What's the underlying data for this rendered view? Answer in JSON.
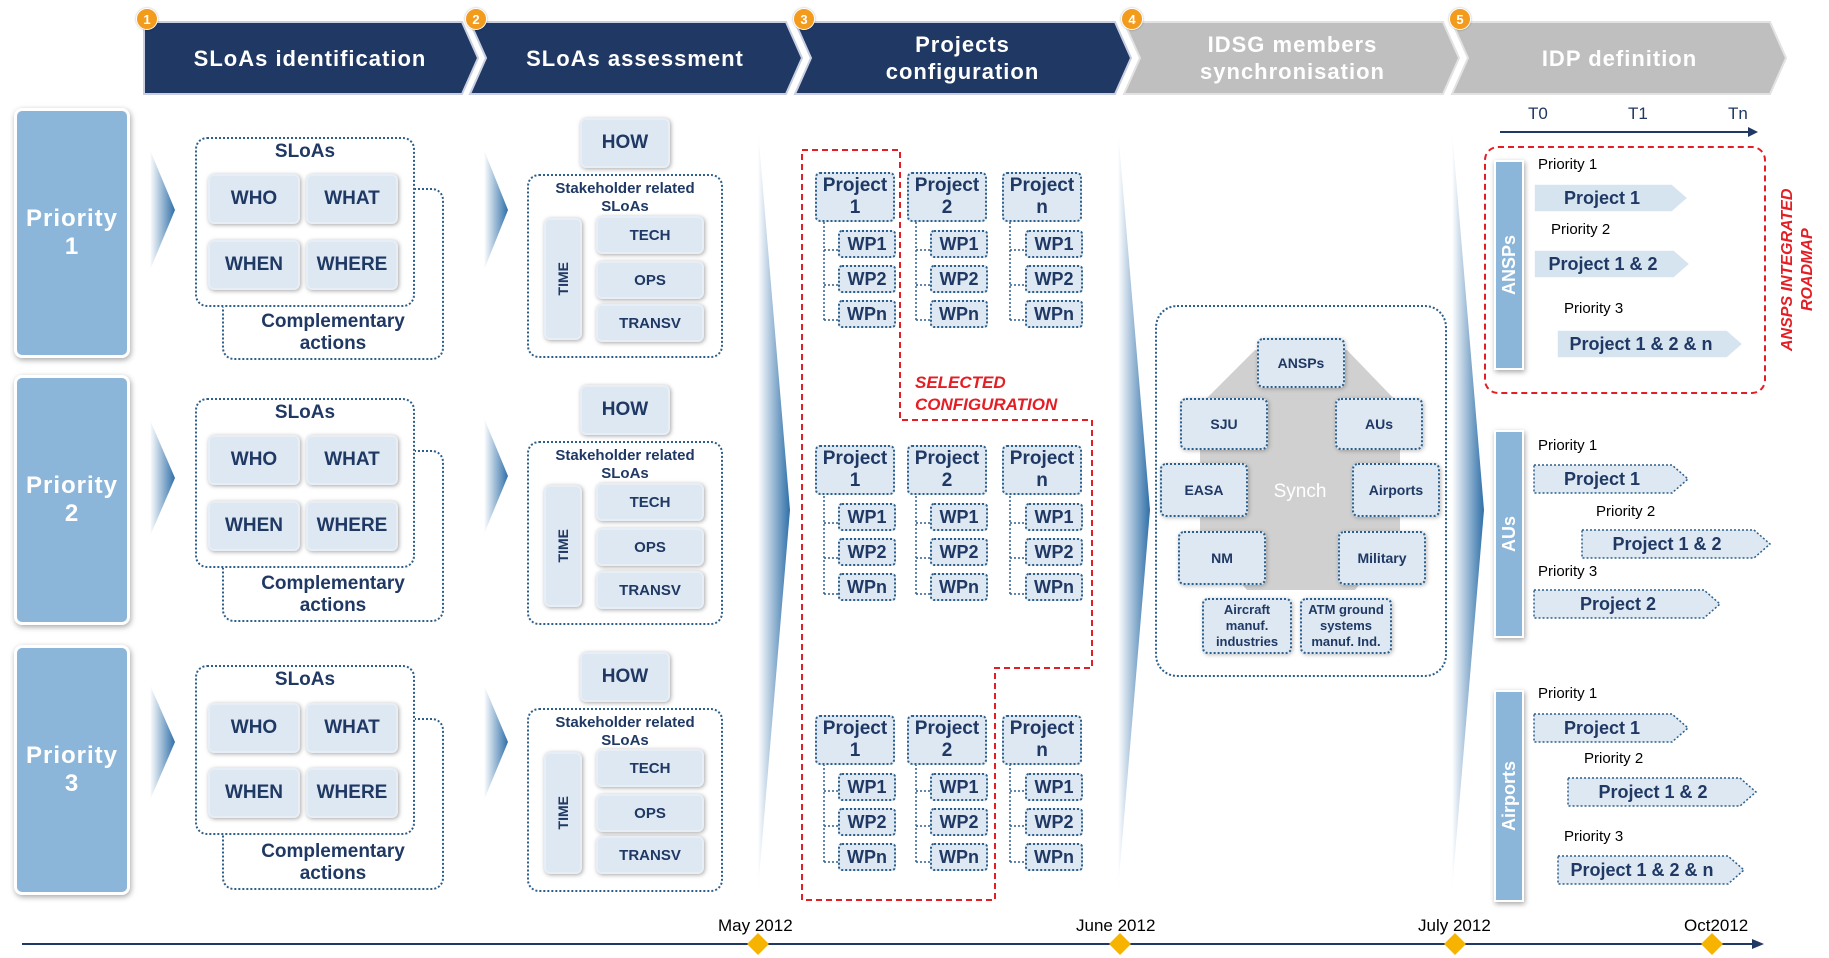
{
  "phases": [
    {
      "num": "1",
      "label": "SLoAs identification"
    },
    {
      "num": "2",
      "label": "SLoAs assessment"
    },
    {
      "num": "3",
      "label": "Projects\nconfiguration"
    },
    {
      "num": "4",
      "label": "IDSG members\nsynchronisation"
    },
    {
      "num": "5",
      "label": "IDP definition"
    }
  ],
  "priorities": [
    "Priority\n1",
    "Priority\n2",
    "Priority\n3"
  ],
  "identification": {
    "title": "SLoAs",
    "who": "WHO",
    "what": "WHAT",
    "when": "WHEN",
    "where": "WHERE",
    "complementary": "Complementary\nactions"
  },
  "assessment": {
    "how": "HOW",
    "stakeholder": "Stakeholder related\nSLoAs",
    "time": "TIME",
    "tech": "TECH",
    "ops": "OPS",
    "transv": "TRANSV"
  },
  "projects": {
    "names": [
      "Project\n1",
      "Project\n2",
      "Project\nn"
    ],
    "wps": [
      "WP1",
      "WP2",
      "WPn"
    ],
    "selected_label": "SELECTED\nCONFIGURATION"
  },
  "sync": {
    "center": "Synch",
    "members": [
      "ANSPs",
      "SJU",
      "AUs",
      "EASA",
      "Airports",
      "NM",
      "Military",
      "Aircraft\nmanuf.\nindustries",
      "ATM ground\nsystems\nmanuf. Ind."
    ]
  },
  "idp": {
    "timeline_ticks": [
      "T0",
      "T1",
      "Tn"
    ],
    "roadmap_label": "ANSPS INTEGRATED\nROADMAP",
    "groups": [
      {
        "name": "ANSPs",
        "items": [
          {
            "priority": "Priority 1",
            "project": "Project 1"
          },
          {
            "priority": "Priority 2",
            "project": "Project 1 & 2"
          },
          {
            "priority": "Priority 3",
            "project": "Project 1 & 2 & n"
          }
        ]
      },
      {
        "name": "AUs",
        "items": [
          {
            "priority": "Priority 1",
            "project": "Project 1"
          },
          {
            "priority": "Priority 2",
            "project": "Project 1 & 2"
          },
          {
            "priority": "Priority 3",
            "project": "Project 2"
          }
        ]
      },
      {
        "name": "Airports",
        "items": [
          {
            "priority": "Priority 1",
            "project": "Project 1"
          },
          {
            "priority": "Priority 2",
            "project": "Project 1 & 2"
          },
          {
            "priority": "Priority 3",
            "project": "Project 1 & 2 & n"
          }
        ]
      }
    ]
  },
  "timeline": {
    "dates": [
      "May 2012",
      "June 2012",
      "July 2012",
      "Oct2012"
    ]
  },
  "colors": {
    "navy": "#1f3864",
    "grey_phase": "#bfbfbf",
    "priority_blue": "#8cb6d9",
    "badge_orange": "#f39b1c",
    "diamond_yellow": "#f6b400",
    "selection_red": "#e31e24"
  }
}
